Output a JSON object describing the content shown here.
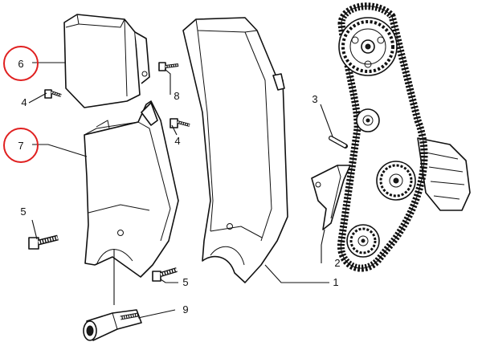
{
  "callouts": [
    {
      "id": "callout-1",
      "label": "1"
    },
    {
      "id": "callout-2",
      "label": "2"
    },
    {
      "id": "callout-3",
      "label": "3"
    },
    {
      "id": "callout-4a",
      "label": "4"
    },
    {
      "id": "callout-4b",
      "label": "4"
    },
    {
      "id": "callout-5a",
      "label": "5"
    },
    {
      "id": "callout-5b",
      "label": "5"
    },
    {
      "id": "callout-6",
      "label": "6"
    },
    {
      "id": "callout-7",
      "label": "7"
    },
    {
      "id": "callout-8",
      "label": "8"
    },
    {
      "id": "callout-9",
      "label": "9"
    }
  ],
  "highlight_color": "#e02020",
  "line_color": "#111111"
}
